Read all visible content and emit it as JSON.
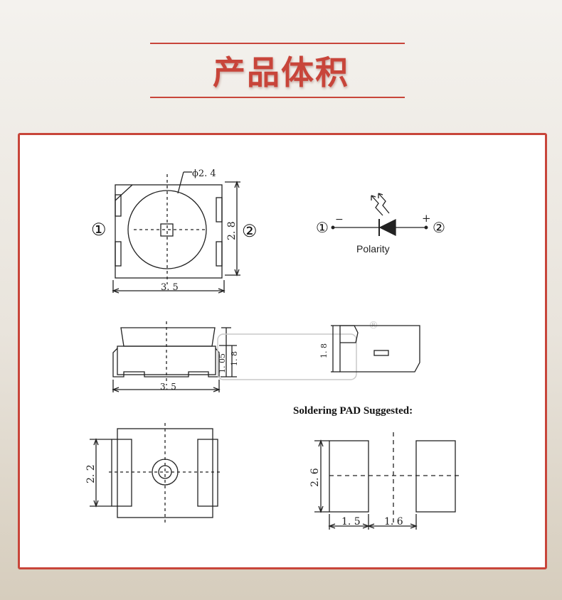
{
  "header": {
    "title": "产品体积"
  },
  "colors": {
    "accent": "#c8453a",
    "line": "#222222"
  },
  "top_view": {
    "diameter_label": "ϕ2. 4",
    "pin1_label": "①",
    "pin2_label": "②",
    "height_label": "2. 8",
    "width_label": "3. 5"
  },
  "polarity": {
    "pin1_label": "①",
    "pin2_label": "②",
    "minus": "−",
    "plus": "+",
    "caption": "Polarity"
  },
  "side_view": {
    "height_label": "1. 8",
    "total_height_label": "1. 05",
    "width_label": "3. 5"
  },
  "end_view": {
    "height_label": "1. 8",
    "registered_mark": "®"
  },
  "bottom_view": {
    "height_label": "2. 2"
  },
  "pad": {
    "title": "Soldering PAD Suggested:",
    "height_label": "2. 6",
    "pad_width_label": "1. 5",
    "gap_label": "1. 6"
  }
}
